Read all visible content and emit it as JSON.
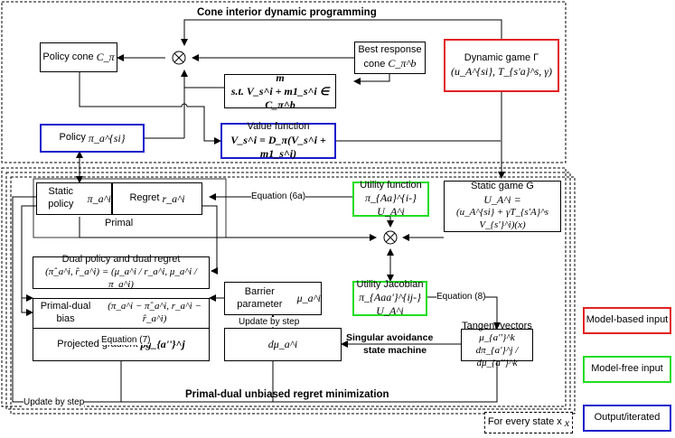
{
  "titles": {
    "top": "Cone interior dynamic programming",
    "bottom": "Primal-dual unbiased regret minimization"
  },
  "boxes": {
    "policy_cone": {
      "label": "Policy cone",
      "math": "C_π"
    },
    "best_response": {
      "label": "Best response",
      "label2": "cone",
      "math": "C_π^b"
    },
    "dynamic_game": {
      "label": "Dynamic game Γ",
      "math": "(u_A^{si}, T_{s'a}^s, γ)"
    },
    "m_constraint": {
      "line1": "m",
      "line2": "s.t. V_s^i + m1_s^i ∈ C_π^b"
    },
    "policy": {
      "label": "Policy",
      "math": "π_a^{si}"
    },
    "value_function": {
      "label": "Value function",
      "math": "V_s^i = D_π(V_s^i + m1_s^i)"
    },
    "static_policy": {
      "label": "Static policy",
      "math": "π_a^i"
    },
    "regret": {
      "label": "Regret",
      "math": "r_a^i"
    },
    "primal": {
      "label": "Primal"
    },
    "utility_function": {
      "label": "Utility function",
      "math": "π_{Aa}^{i-} U_A^i"
    },
    "static_game": {
      "label": "Static game G",
      "line2": "U_A^i =",
      "line3": "(u_A^{si} + γT_{s'A}^s V_{s'}^i)(x)"
    },
    "dual_policy": {
      "label": "Dual policy and dual regret",
      "math": "(π̂_a^i, r̂_a^i) = (μ_a^i / r_a^i, μ_a^i / π_a^i)"
    },
    "primal_dual_bias": {
      "label": "Primal-dual bias",
      "math": "(π_a^i − π̂_a^i, r_a^i − r̂_a^i)"
    },
    "barrier": {
      "label": "Barrier parameter",
      "math": "μ_a^i"
    },
    "utility_jacobian": {
      "label": "Utility Jacobian",
      "math": "π_{Aaa'}^{ij-} U_A^i"
    },
    "projected_gradient": {
      "label": "Projected gradient",
      "math": "pg_{a''}^j"
    },
    "dmu": {
      "math": "dμ_a^i"
    },
    "tangent": {
      "label": "Tangent vectors",
      "math": "μ_{a''}^k dπ_{a'}^j / dμ_{a''}^k"
    }
  },
  "edge_labels": {
    "eq6a": "Equation (6a)",
    "eq8": "Equation (8)",
    "eq7": "Equation (7)",
    "update1": "Update by step",
    "update2": "Update by step",
    "singular1": "Singular avoidance",
    "singular2": "state machine"
  },
  "footer": "For every state x",
  "legend": {
    "model_based": "Model-based input",
    "model_free": "Model-free input",
    "output": "Output/iterated"
  },
  "colors": {
    "red": "#e32222",
    "green": "#22dd22",
    "blue": "#1a1acc"
  }
}
